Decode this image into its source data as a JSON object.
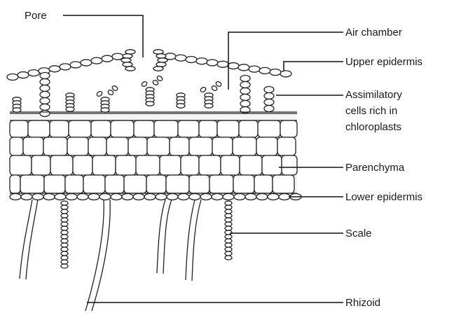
{
  "diagram": {
    "labels": {
      "pore": "Pore",
      "air_chamber": "Air chamber",
      "upper_epidermis": "Upper epidermis",
      "assimilatory_line1": "Assimilatory",
      "assimilatory_line2": "cells rich in",
      "assimilatory_line3": "chloroplasts",
      "parenchyma": "Parenchyma",
      "lower_epidermis": "Lower epidermis",
      "scale": "Scale",
      "rhizoid": "Rhizoid"
    }
  }
}
